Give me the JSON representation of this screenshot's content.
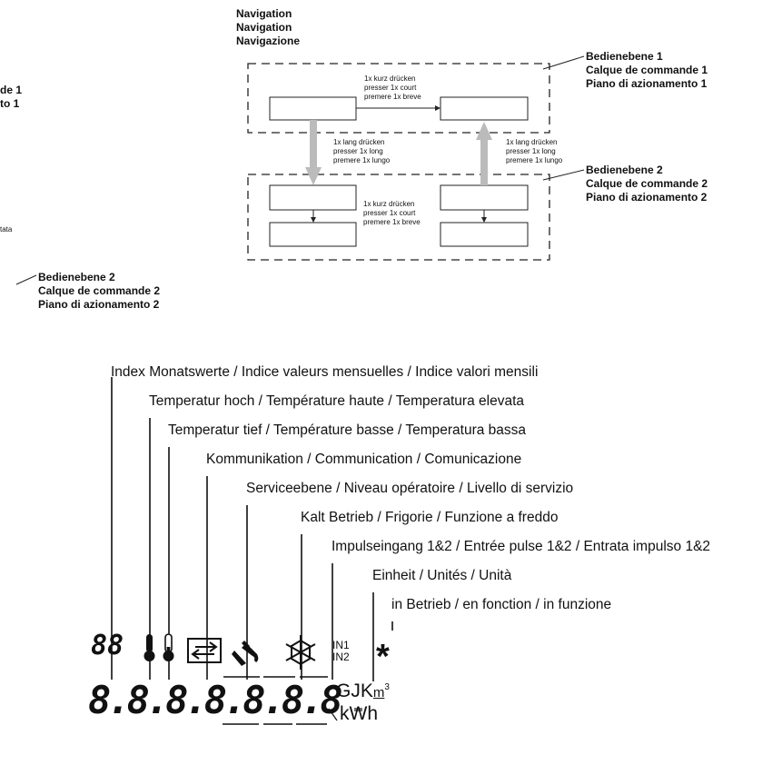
{
  "navigation_title": [
    "Navigation",
    "Navigation",
    "Navigazione"
  ],
  "left_fragments": [
    "de 1",
    "to 1",
    "tata"
  ],
  "level1_label": [
    "Bedienebene 1",
    "Calque de commande 1",
    "Piano di azionamento 1"
  ],
  "level2_label": [
    "Bedienebene 2",
    "Calque de commande 2",
    "Piano di azionamento 2"
  ],
  "level2_label_left": [
    "Bedienebene 2",
    "Calque de commande 2",
    "Piano di azionamento 2"
  ],
  "short_press_top": [
    "1x kurz drücken",
    "presser 1x court",
    "premere 1x breve"
  ],
  "short_press_bottom": [
    "1x kurz drücken",
    "presser 1x court",
    "premere 1x breve"
  ],
  "long_press_left": [
    "1x lang drücken",
    "presser 1x long",
    "premere 1x lungo"
  ],
  "long_press_right": [
    "1x lang drücken",
    "presser 1x long",
    "premere 1x lungo"
  ],
  "legend": [
    "Index Monatswerte / Indice valeurs mensuelles / Indice valori mensili",
    "Temperatur hoch / Température haute / Temperatura elevata",
    "Temperatur tief / Température basse / Temperatura bassa",
    "Kommunikation / Communication / Comunicazione",
    "Serviceebene / Niveau opératoire / Livello di servizio",
    "Kalt Betrieb / Frigorie / Funzione a freddo",
    "Impulseingang 1&2 / Entrée pulse 1&2 / Entrata impulso 1&2",
    "Einheit / Unités / Unità",
    "in Betrieb / en fonction / in funzione"
  ],
  "display": {
    "index_digits": "88",
    "main_digits": "8.8.8.8.8.8.8",
    "in1": "IN1",
    "in2": "IN2",
    "star": "*",
    "unit_top": "GJK",
    "unit_m": "m",
    "unit_sup": "3",
    "unit_bottom": "kWh"
  }
}
